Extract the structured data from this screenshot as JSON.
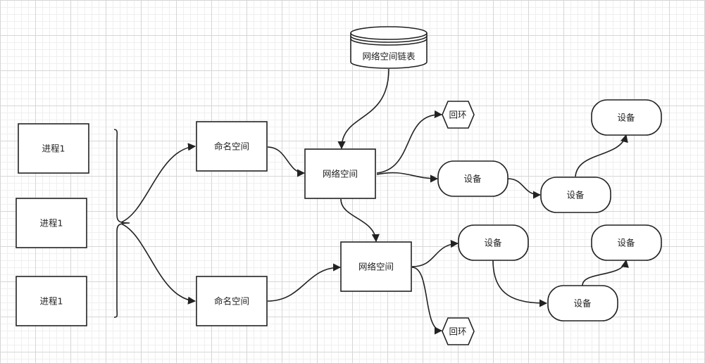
{
  "processes": [
    {
      "label": "进程1"
    },
    {
      "label": "进程1"
    },
    {
      "label": "进程1"
    }
  ],
  "namespaces": [
    {
      "label": "命名空间"
    },
    {
      "label": "命名空间"
    }
  ],
  "netspaces": [
    {
      "label": "网络空间"
    },
    {
      "label": "网络空间"
    }
  ],
  "netspace_list": {
    "label": "网络空间链表"
  },
  "loopbacks": [
    {
      "label": "回环"
    },
    {
      "label": "回环"
    }
  ],
  "devices": [
    {
      "label": "设备"
    },
    {
      "label": "设备"
    },
    {
      "label": "设备"
    },
    {
      "label": "设备"
    },
    {
      "label": "设备"
    },
    {
      "label": "设备"
    }
  ],
  "colors": {
    "stroke": "#222222",
    "fill": "#ffffff"
  }
}
